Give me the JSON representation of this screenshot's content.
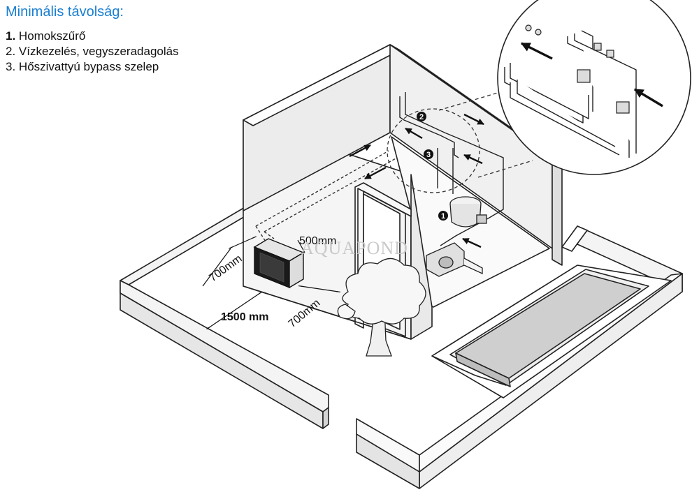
{
  "legend": {
    "title": "Minimális távolság:",
    "items": [
      {
        "num": "1.",
        "text": " Homokszűrő"
      },
      {
        "num": "2.",
        "text": " Vízkezelés, vegyszeradagolás"
      },
      {
        "num": "3.",
        "text": " Hőszivattyú bypass szelep"
      }
    ]
  },
  "dimensions": {
    "d500": "500mm",
    "d700_left": "700mm",
    "d700_right": "700mm",
    "d1500": "1500 mm"
  },
  "markers": {
    "m1": "1",
    "m2": "2",
    "m3": "3"
  },
  "watermark": "AQUAPOND"
}
